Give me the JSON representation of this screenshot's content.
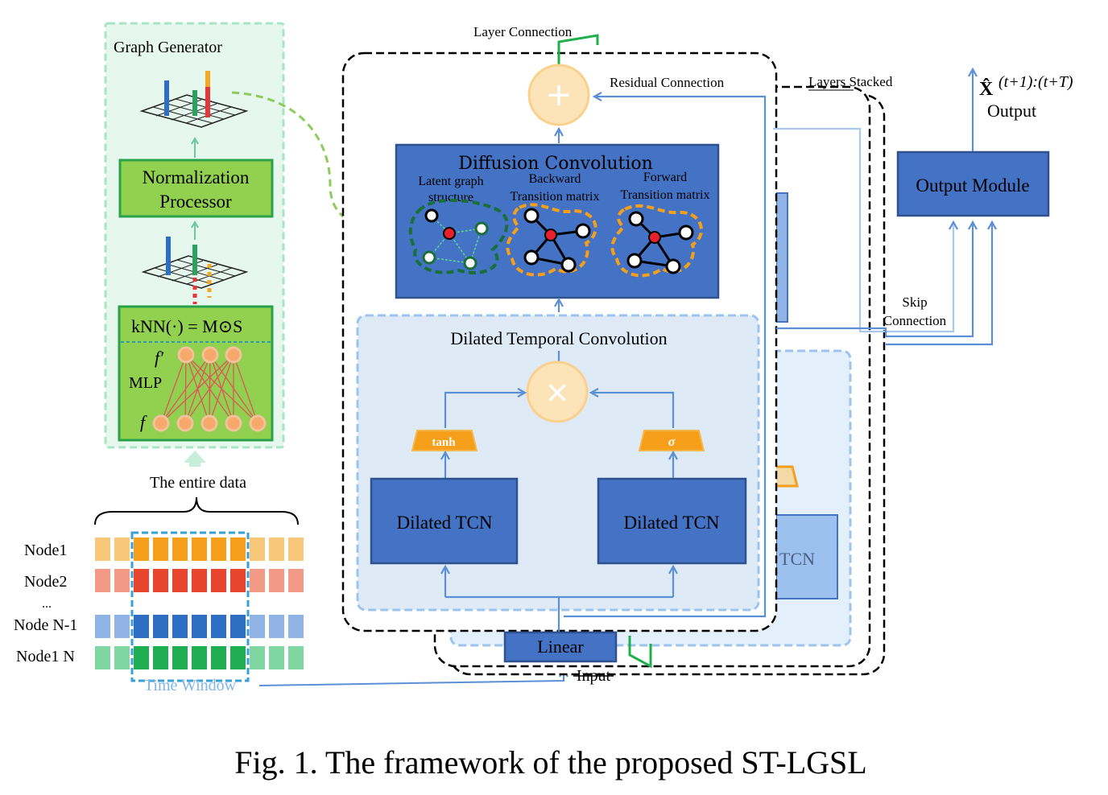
{
  "caption": "Fig. 1.  The framework of the proposed ST-LGSL",
  "graph_generator": {
    "title": "Graph Generator",
    "normalization": [
      "Normalization",
      "Processor"
    ],
    "knn": "kNN(·) = M⊙S",
    "mlp": "MLP",
    "f_prime": "f′",
    "f": "f"
  },
  "data": {
    "entire": "The entire data",
    "nodes": [
      "Node1",
      "Node2",
      "...",
      "Node N-1",
      "Node1 N"
    ],
    "time_window": "Time Window"
  },
  "layer": {
    "layer_connection": "Layer Connection",
    "residual": "Residual  Connection",
    "layers_stacked": "Layers  Stacked",
    "diffusion_title": "Diffusion Convolution",
    "latent": [
      "Latent graph",
      "structure"
    ],
    "backward": [
      "Backward",
      "Transition matrix"
    ],
    "forward": [
      "Forward",
      "Transition matrix"
    ],
    "dilated_title": "Dilated Temporal  Convolution",
    "tanh": "tanh",
    "sigma": "σ",
    "tcn_left": "Dilated TCN",
    "tcn_right": "Dilated TCN",
    "tcn_back": "TCN",
    "linear": "Linear",
    "input": "Input",
    "plus": "+",
    "times": "×"
  },
  "skip": [
    "Skip",
    "Connection"
  ],
  "output": {
    "module": "Output Module",
    "symbol": "X̂",
    "superscript": "(t+1):(t+T)",
    "label": "Output"
  },
  "colors": {
    "green_panel": "#e6f7ee",
    "green_box": "#8fd14f",
    "blue_box": "#4472c4",
    "light_blue": "#deebf7",
    "orange": "#f59f1b",
    "circle_fill": "#fde3b8"
  }
}
